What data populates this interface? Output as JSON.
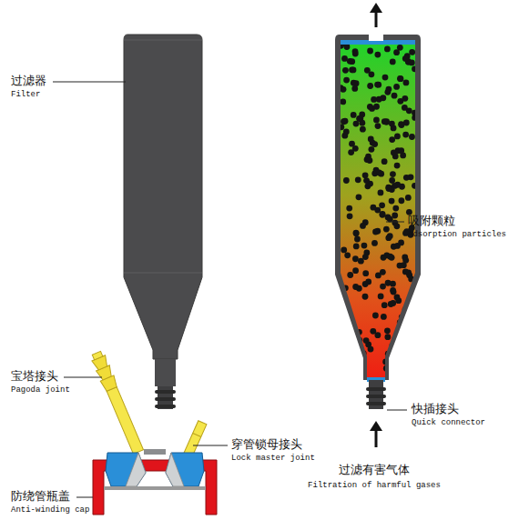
{
  "diagram": {
    "labels": [
      "过滤器",
      "Filter",
      "吸附颗粒",
      "Adsorption particles",
      "宝塔接头",
      "Pagoda joint",
      "穿管锁母接头",
      "Lock master joint",
      "快插接头",
      "Quick connector",
      "防绕管瓶盖",
      "Anti-winding cap",
      "过滤有害气体",
      "Filtration of harmful gases"
    ]
  }
}
